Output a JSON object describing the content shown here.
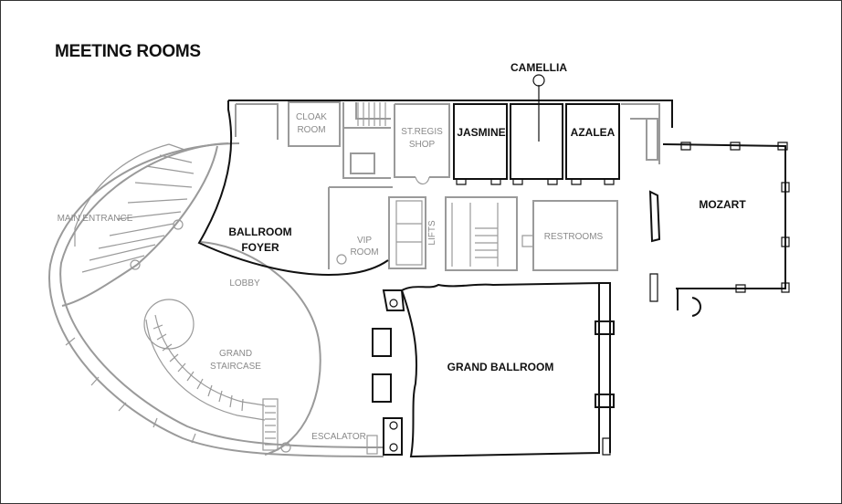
{
  "map": {
    "title": "MEETING ROOMS",
    "rooms": {
      "camellia": "CAMELLIA",
      "cloak_room_line1": "CLOAK",
      "cloak_room_line2": "ROOM",
      "st_regis_line1": "ST.REGIS",
      "st_regis_line2": "SHOP",
      "jasmine": "JASMINE",
      "azalea": "AZALEA",
      "mozart": "MOZART",
      "main_entrance": "MAIN ENTRANCE",
      "ballroom_foyer_line1": "BALLROOM",
      "ballroom_foyer_line2": "FOYER",
      "vip_room_line1": "VIP",
      "vip_room_line2": "ROOM",
      "lifts": "LIFTS",
      "restrooms": "RESTROOMS",
      "lobby": "LOBBY",
      "grand_staircase_line1": "GRAND",
      "grand_staircase_line2": "STAIRCASE",
      "grand_ballroom": "GRAND BALLROOM",
      "escalator": "ESCALATOR"
    },
    "colors": {
      "walls_active": "#111111",
      "walls_other": "#9a9a9a",
      "background": "#ffffff"
    }
  }
}
